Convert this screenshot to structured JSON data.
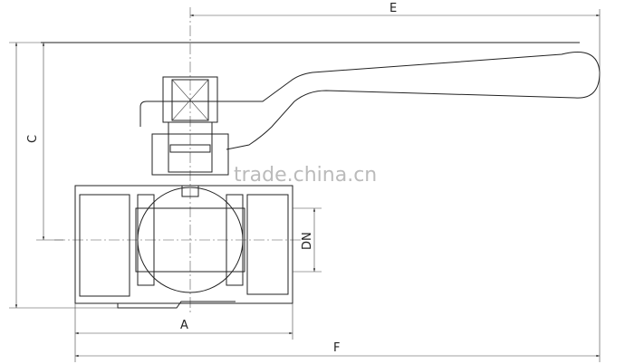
{
  "diagram": {
    "type": "ball valve technical drawing",
    "dimension_labels": {
      "E": "E",
      "C": "C",
      "DN": "DN",
      "A": "A",
      "F": "F"
    },
    "watermark": "trade.china.cn",
    "line_color": "#222222"
  }
}
